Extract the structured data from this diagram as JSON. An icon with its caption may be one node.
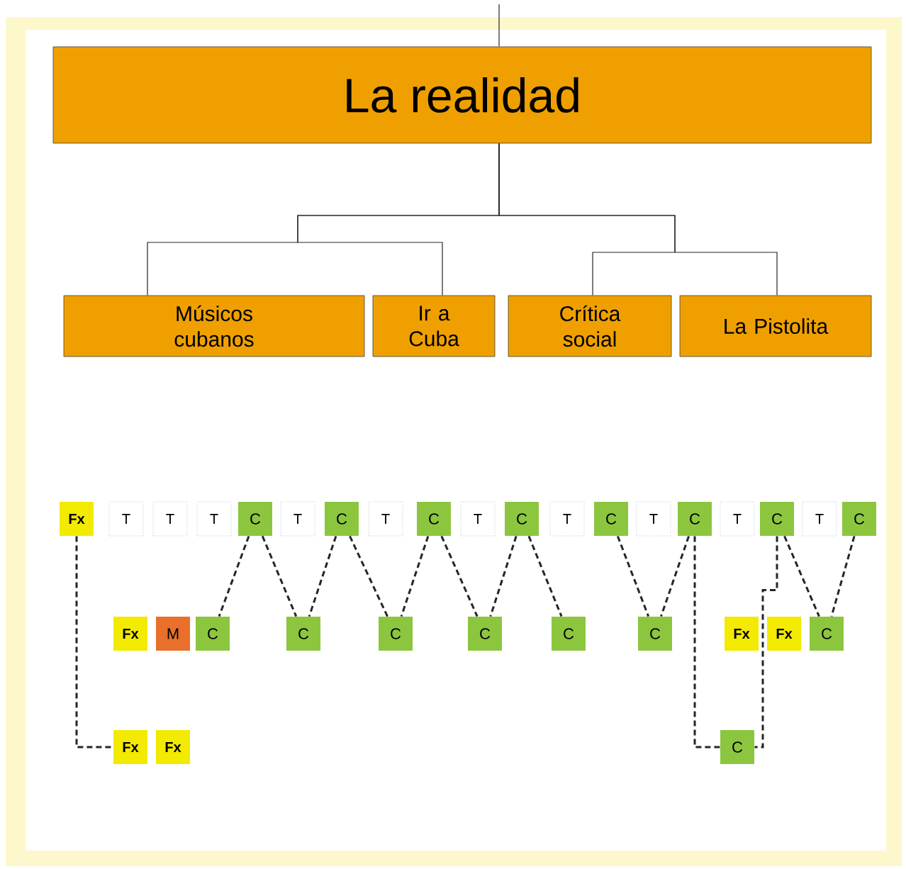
{
  "diagram": {
    "nodes": [
      {
        "text": [
          "La realidad"
        ]
      },
      {
        "text": [
          "Músicos cubanos"
        ]
      },
      {
        "text": [
          "Ir a Cuba"
        ]
      },
      {
        "text": [
          "Crítica social"
        ]
      },
      {
        "text": [
          "La Pistolita"
        ]
      },
      {
        "text": [
          "Fx"
        ]
      },
      {
        "text": [
          "T"
        ]
      },
      {
        "text": [
          "T"
        ]
      },
      {
        "text": [
          "T"
        ]
      },
      {
        "text": [
          "C"
        ]
      },
      {
        "text": [
          "T"
        ]
      },
      {
        "text": [
          "C"
        ]
      },
      {
        "text": [
          "T"
        ]
      },
      {
        "text": [
          "C"
        ]
      },
      {
        "text": [
          "T"
        ]
      },
      {
        "text": [
          "C"
        ]
      },
      {
        "text": [
          "T"
        ]
      },
      {
        "text": [
          "C"
        ]
      },
      {
        "text": [
          "T"
        ]
      },
      {
        "text": [
          "C"
        ]
      },
      {
        "text": [
          "T"
        ]
      },
      {
        "text": [
          "C"
        ]
      },
      {
        "text": [
          "T"
        ]
      },
      {
        "text": [
          "C"
        ]
      },
      {
        "text": [
          "Fx"
        ]
      },
      {
        "text": [
          "M"
        ]
      },
      {
        "text": [
          "C"
        ]
      },
      {
        "text": [
          "C"
        ]
      },
      {
        "text": [
          "C"
        ]
      },
      {
        "text": [
          "C"
        ]
      },
      {
        "text": [
          "C"
        ]
      },
      {
        "text": [
          "C"
        ]
      },
      {
        "text": [
          "Fx"
        ]
      },
      {
        "text": [
          "Fx"
        ]
      },
      {
        "text": [
          "C"
        ]
      },
      {
        "text": [
          "Fx"
        ]
      },
      {
        "text": [
          "Fx"
        ]
      },
      {
        "text": [
          "C"
        ]
      }
    ],
    "edges": [
      {
        "from": null,
        "to": 0,
        "arrow": "none"
      },
      {
        "from": 0,
        "to": 1,
        "arrow": "none"
      },
      {
        "from": 0,
        "to": 2,
        "arrow": "none"
      },
      {
        "from": 0,
        "to": 3,
        "arrow": "none"
      },
      {
        "from": 0,
        "to": 4,
        "arrow": "none"
      },
      {
        "from": 5,
        "to": 35,
        "arrow": "none",
        "style": "dashed"
      },
      {
        "from": 9,
        "to": 26,
        "arrow": "none",
        "style": "dashed"
      },
      {
        "from": 9,
        "to": 27,
        "arrow": "none",
        "style": "dashed"
      },
      {
        "from": 11,
        "to": 27,
        "arrow": "none",
        "style": "dashed"
      },
      {
        "from": 11,
        "to": 28,
        "arrow": "none",
        "style": "dashed"
      },
      {
        "from": 13,
        "to": 28,
        "arrow": "none",
        "style": "dashed"
      },
      {
        "from": 13,
        "to": 29,
        "arrow": "none",
        "style": "dashed"
      },
      {
        "from": 15,
        "to": 29,
        "arrow": "none",
        "style": "dashed"
      },
      {
        "from": 15,
        "to": 30,
        "arrow": "none",
        "style": "dashed"
      },
      {
        "from": 17,
        "to": 31,
        "arrow": "none",
        "style": "dashed"
      },
      {
        "from": 19,
        "to": 31,
        "arrow": "none",
        "style": "dashed"
      },
      {
        "from": 19,
        "to": 37,
        "arrow": "none",
        "style": "dashed"
      },
      {
        "from": 21,
        "to": 37,
        "arrow": "none",
        "style": "dashed"
      },
      {
        "from": 21,
        "to": 34,
        "arrow": "none",
        "style": "dashed"
      },
      {
        "from": 23,
        "to": 34,
        "arrow": "none",
        "style": "dashed"
      }
    ]
  }
}
